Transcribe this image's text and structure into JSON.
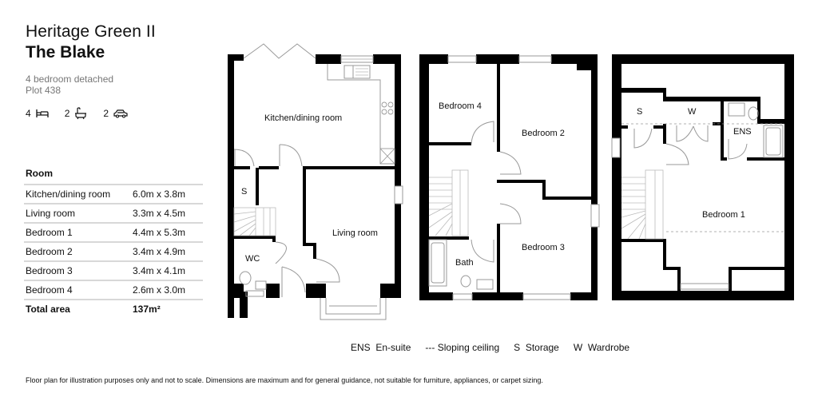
{
  "header": {
    "development": "Heritage Green II",
    "house_name": "The Blake",
    "description": "4 bedroom detached",
    "plot": "Plot 438"
  },
  "features": [
    {
      "count": "4",
      "icon": "bed-icon"
    },
    {
      "count": "2",
      "icon": "bath-icon"
    },
    {
      "count": "2",
      "icon": "car-icon"
    }
  ],
  "room_table": {
    "header": "Room",
    "rows": [
      {
        "room": "Kitchen/dining room",
        "dimensions": "6.0m x 3.8m"
      },
      {
        "room": "Living room",
        "dimensions": "3.3m x 4.5m"
      },
      {
        "room": "Bedroom 1",
        "dimensions": "4.4m x 5.3m"
      },
      {
        "room": "Bedroom 2",
        "dimensions": "3.4m x 4.9m"
      },
      {
        "room": "Bedroom 3",
        "dimensions": "3.4m x 4.1m"
      },
      {
        "room": "Bedroom 4",
        "dimensions": "2.6m x 3.0m"
      }
    ],
    "total": {
      "label": "Total area",
      "value": "137m²"
    }
  },
  "floor_plans": {
    "ground": {
      "kitchen": "Kitchen/dining room",
      "storage": "S",
      "wc": "WC",
      "living": "Living room"
    },
    "first": {
      "bed4": "Bedroom 4",
      "bed2": "Bedroom 2",
      "bed3": "Bedroom 3",
      "bath": "Bath"
    },
    "second": {
      "storage": "S",
      "wardrobe": "W",
      "ensuite": "ENS",
      "bed1": "Bedroom 1"
    }
  },
  "legend": [
    {
      "key": "ENS",
      "label": "En-suite"
    },
    {
      "key": "---",
      "label": "Sloping ceiling"
    },
    {
      "key": "S",
      "label": "Storage"
    },
    {
      "key": "W",
      "label": "Wardrobe"
    }
  ],
  "disclaimer": "Floor plan for illustration purposes only and not to scale. Dimensions are maximum and for general guidance, not suitable for furniture, appliances, or carpet sizing.",
  "colors": {
    "wall": "#000000",
    "fixture_line": "#999999",
    "text": "#111111",
    "subtitle": "#777777",
    "table_rule": "#d8d8d8"
  }
}
